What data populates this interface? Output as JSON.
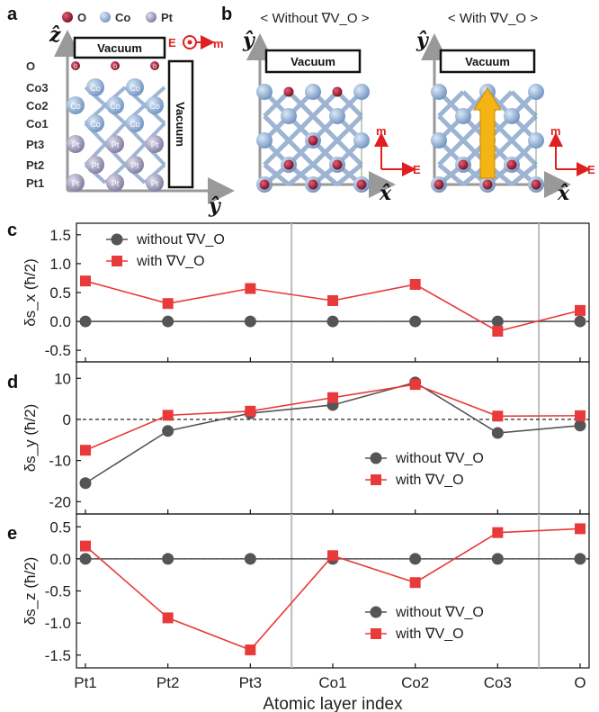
{
  "panel_a": {
    "letter": "a",
    "legend": [
      "O",
      "Co",
      "Pt"
    ],
    "layers": [
      "O",
      "Co3",
      "Co2",
      "Co1",
      "Pt3",
      "Pt2",
      "Pt1"
    ],
    "vacuum_top": "Vacuum",
    "vacuum_side": "Vacuum",
    "e_label": "E",
    "m_label": "m",
    "axis_up": "ẑ",
    "axis_right": "ŷ",
    "atom_o": "O",
    "atom_co": "Co",
    "atom_pt": "Pt"
  },
  "panel_b": {
    "letter": "b",
    "title_left": "< Without ∇V_O >",
    "title_right": "< With ∇V_O >",
    "vacuum": "Vacuum",
    "axis_up": "ŷ",
    "axis_right": "x̂",
    "m_label": "m",
    "e_label": "E"
  },
  "colors": {
    "without": "#555555",
    "with": "#e83a3a",
    "o_atom": "#8b1020",
    "co_atom": "#8fb0d8",
    "pt_atom": "#9c98b8",
    "arrow": "#f3b414"
  },
  "chart_data": [
    {
      "type": "line",
      "panel": "c",
      "categories": [
        "Pt1",
        "Pt2",
        "Pt3",
        "Co1",
        "Co2",
        "Co3",
        "O"
      ],
      "ylabel": "δs_x (ħ/2)",
      "ylim": [
        -0.7,
        1.7
      ],
      "yticks": [
        "-0.5",
        "0.0",
        "0.5",
        "1.0",
        "1.5"
      ],
      "ytick_values": [
        -0.5,
        0.0,
        0.5,
        1.0,
        1.5
      ],
      "legend_placement": "top-left",
      "series": [
        {
          "name": "without ∇V_O",
          "values": [
            0.0,
            0.0,
            0.0,
            0.0,
            0.0,
            0.0,
            0.0
          ]
        },
        {
          "name": "with ∇V_O",
          "values": [
            0.7,
            0.31,
            0.57,
            0.36,
            0.64,
            -0.17,
            0.19
          ]
        }
      ]
    },
    {
      "type": "line",
      "panel": "d",
      "categories": [
        "Pt1",
        "Pt2",
        "Pt3",
        "Co1",
        "Co2",
        "Co3",
        "O"
      ],
      "ylabel": "δs_y (ħ/2)",
      "ylim": [
        -23,
        14
      ],
      "yticks": [
        "-20",
        "-10",
        "0",
        "10"
      ],
      "ytick_values": [
        -20,
        -10,
        0,
        10
      ],
      "legend_placement": "bottom-right",
      "series": [
        {
          "name": "without ∇V_O",
          "values": [
            -15.5,
            -2.8,
            1.5,
            3.5,
            9.0,
            -3.3,
            -1.5
          ]
        },
        {
          "name": "with ∇V_O",
          "values": [
            -7.5,
            1.0,
            2.0,
            5.3,
            8.5,
            0.8,
            0.9
          ]
        }
      ]
    },
    {
      "type": "line",
      "panel": "e",
      "categories": [
        "Pt1",
        "Pt2",
        "Pt3",
        "Co1",
        "Co2",
        "Co3",
        "O"
      ],
      "ylabel": "δs_z (ħ/2)",
      "ylim": [
        -1.7,
        0.7
      ],
      "yticks": [
        "-1.5",
        "-1.0",
        "-0.5",
        "0.0",
        "0.5"
      ],
      "ytick_values": [
        -1.5,
        -1.0,
        -0.5,
        0.0,
        0.5
      ],
      "xlabel": "Atomic layer index",
      "legend_placement": "bottom-right",
      "series": [
        {
          "name": "without ∇V_O",
          "values": [
            0.0,
            0.0,
            0.0,
            0.0,
            0.0,
            0.0,
            0.0
          ]
        },
        {
          "name": "with ∇V_O",
          "values": [
            0.2,
            -0.92,
            -1.42,
            0.05,
            -0.37,
            0.41,
            0.47
          ]
        }
      ]
    }
  ]
}
